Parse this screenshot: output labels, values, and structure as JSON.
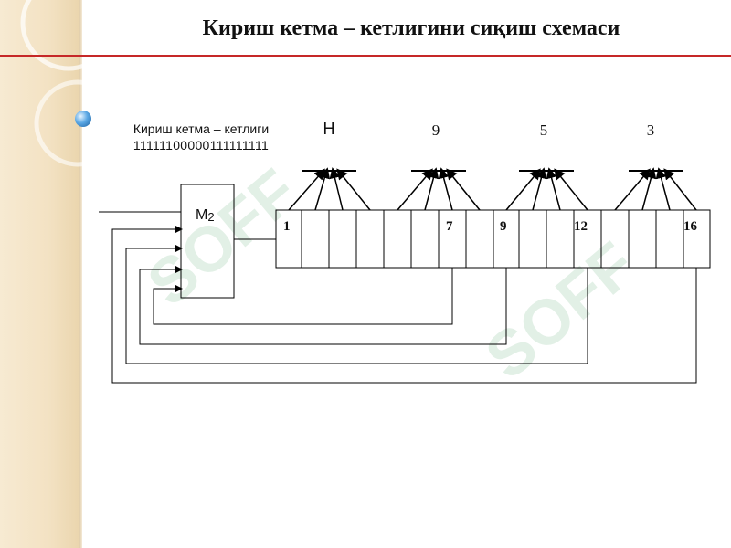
{
  "title": "Кириш кетма – кетлигини сиқиш схемаси",
  "input": {
    "caption": "Кириш кетма – кетлиги",
    "bits": "11111100000111111111"
  },
  "block": {
    "label": "M",
    "subscript": "2"
  },
  "symbols": [
    "Н",
    "9",
    "5",
    "3"
  ],
  "cell_labels": {
    "c1": "1",
    "c7": "7",
    "c9": "9",
    "c12": "12",
    "c16": "16"
  },
  "watermark": "SOFF",
  "colors": {
    "title_rule": "#c62828",
    "line": "#000000",
    "left_strip": "#f3e2c3",
    "watermark": "#e2f0e6"
  }
}
